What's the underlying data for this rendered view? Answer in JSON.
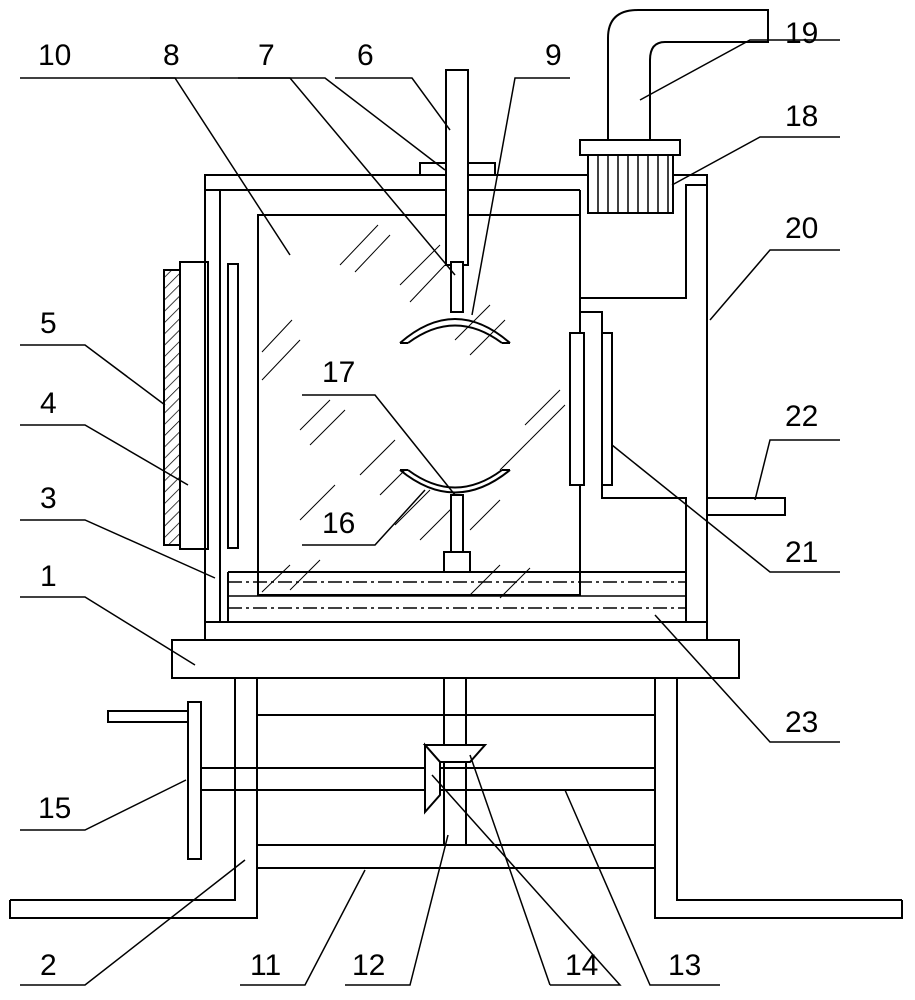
{
  "labels": {
    "l1": "1",
    "l2": "2",
    "l3": "3",
    "l4": "4",
    "l5": "5",
    "l6": "6",
    "l7": "7",
    "l8": "8",
    "l9": "9",
    "l10": "10",
    "l11": "11",
    "l12": "12",
    "l13": "13",
    "l14": "14",
    "l15": "15",
    "l16": "16",
    "l17": "17",
    "l18": "18",
    "l19": "19",
    "l20": "20",
    "l21": "21",
    "l22": "22",
    "l23": "23"
  },
  "colors": {
    "line": "#000000",
    "background": "#ffffff"
  }
}
